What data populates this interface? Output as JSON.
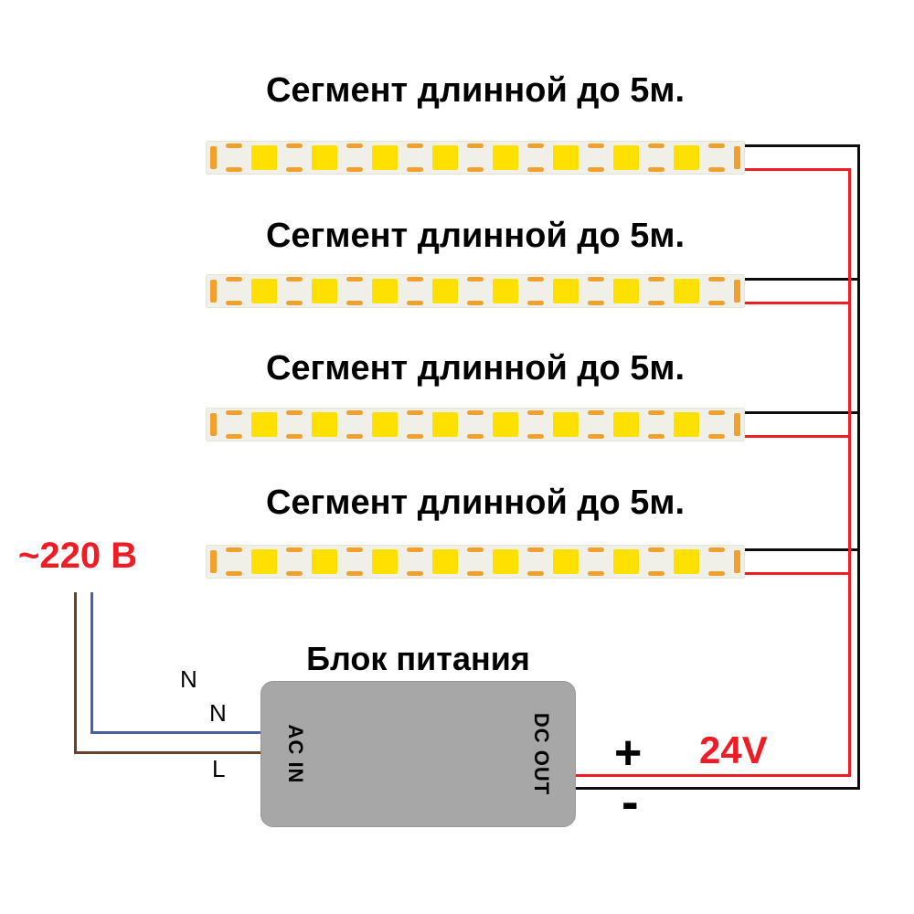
{
  "segments": [
    {
      "label": "Сегмент длинной до 5м."
    },
    {
      "label": "Сегмент длинной до 5м."
    },
    {
      "label": "Сегмент длинной до 5м."
    },
    {
      "label": "Сегмент длинной до 5м."
    }
  ],
  "strip": {
    "led_count": 8
  },
  "psu": {
    "title": "Блок питания",
    "ac_in": "AC IN",
    "dc_out": "DC OUT"
  },
  "mains": {
    "voltage_label": "~220 В",
    "neutral_label_1": "N",
    "neutral_label_2": "N",
    "line_label": "L"
  },
  "output": {
    "plus": "+",
    "minus": "-",
    "voltage": "24V"
  },
  "colors": {
    "red": "#ee1c25",
    "black": "#0d0d0d",
    "blue": "#4a5fa0",
    "brown": "#6b4226",
    "led_yellow": "#ffe000",
    "pad_orange": "#f0a02c",
    "strip_bg": "#f1f0e8",
    "psu_gray": "#a7a7a7"
  }
}
